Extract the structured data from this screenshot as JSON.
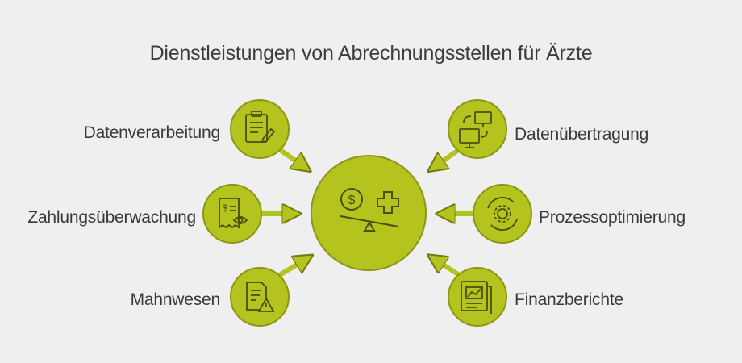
{
  "title": "Dienstleistungen von Abrechnungsstellen für Ärzte",
  "colors": {
    "accent": "#b5c31e",
    "accent_border": "#8a9614",
    "icon_stroke": "#4a4f10",
    "text": "#3a3a3a",
    "background": "#efefef"
  },
  "center": {
    "icon": "dollar-medical-balance-icon"
  },
  "services": [
    {
      "id": "datenverarbeitung",
      "label": "Datenverarbeitung",
      "icon": "clipboard-edit-icon"
    },
    {
      "id": "zahlungsueberwachung",
      "label": "Zahlungsüberwachung",
      "icon": "receipt-eye-icon"
    },
    {
      "id": "mahnwesen",
      "label": "Mahnwesen",
      "icon": "document-warning-icon"
    },
    {
      "id": "datenuebertragung",
      "label": "Datenübertragung",
      "icon": "computer-transfer-icon"
    },
    {
      "id": "prozessoptimierung",
      "label": "Prozessoptimierung",
      "icon": "gear-cycle-icon"
    },
    {
      "id": "finanzberichte",
      "label": "Finanzberichte",
      "icon": "report-chart-icon"
    }
  ]
}
